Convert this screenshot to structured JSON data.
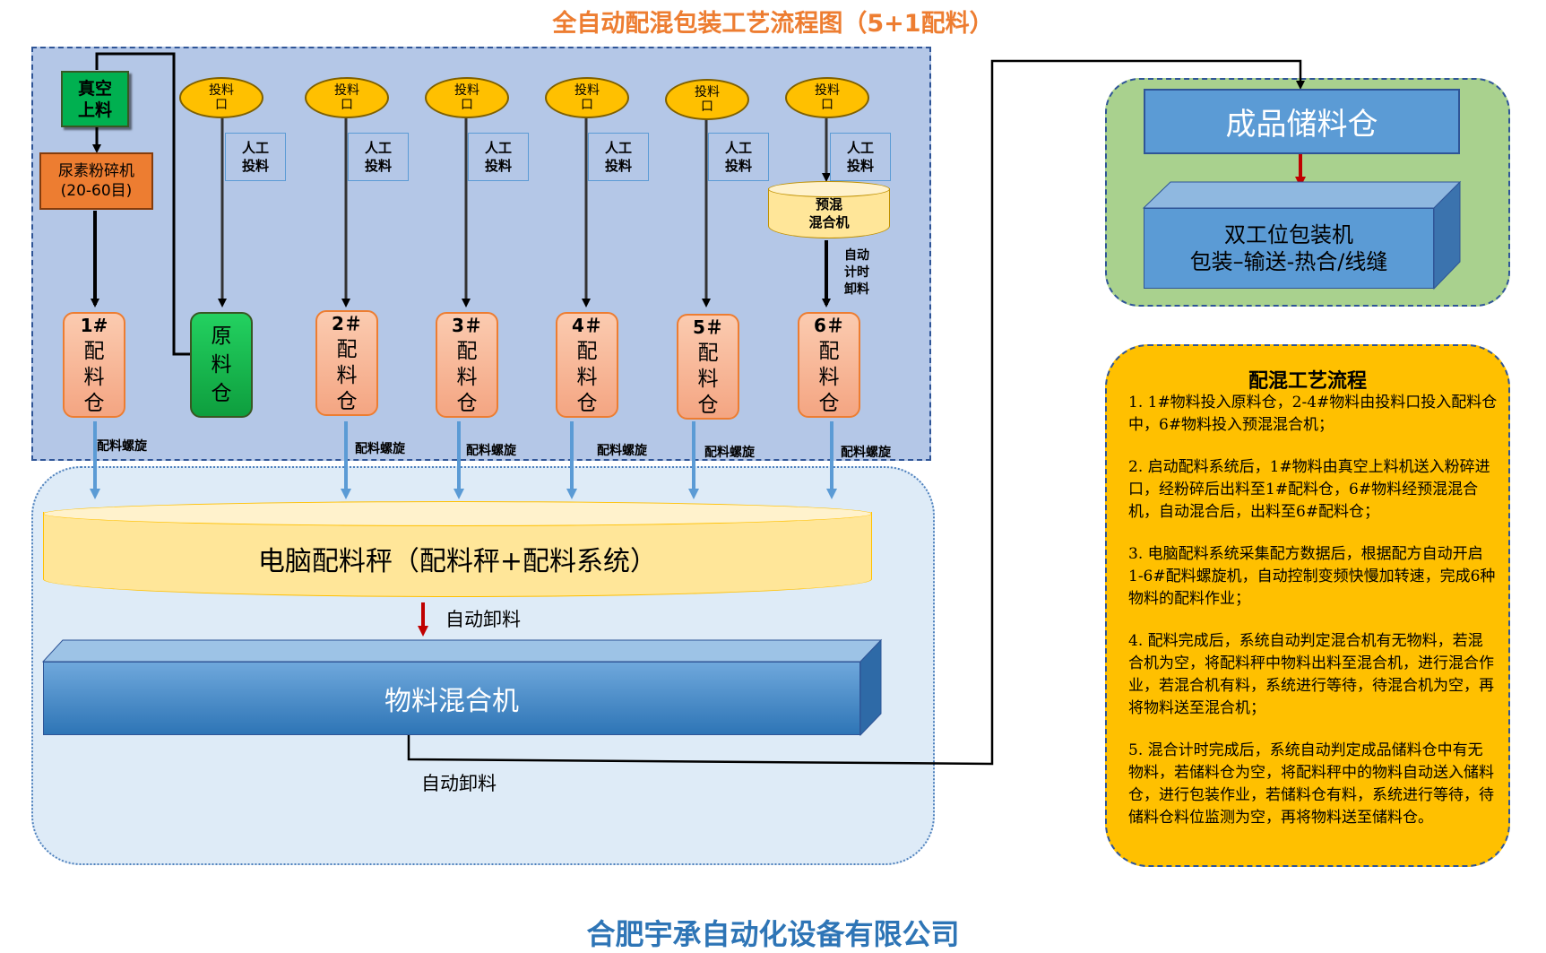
{
  "title": "全自动配混包装工艺流程图（5+1配料）",
  "vacuum": {
    "line1": "真空",
    "line2": "上料"
  },
  "crusher": {
    "line1": "尿素粉碎机",
    "line2": "(20-60目)"
  },
  "port": {
    "line1": "投料",
    "line2": "口"
  },
  "manual": {
    "line1": "人工",
    "line2": "投料"
  },
  "bin_suffix": {
    "c1": "配",
    "c2": "料",
    "c3": "仓"
  },
  "bins": [
    {
      "num": "1#"
    },
    {
      "num": "2＃"
    },
    {
      "num": "3＃"
    },
    {
      "num": "4＃"
    },
    {
      "num": "5＃"
    },
    {
      "num": "6＃"
    }
  ],
  "raw_bin": {
    "c1": "原",
    "c2": "料",
    "c3": "仓"
  },
  "premix": {
    "line1": "预混",
    "line2": "混合机"
  },
  "auto_unload_vertical": {
    "l1": "自动",
    "l2": "计时",
    "l3": "卸料"
  },
  "screw_label": "配料螺旋",
  "scale_label": "电脑配料秤（配料秤+配料系统）",
  "auto_unload_label": "自动卸料",
  "mixer_label": "物料混合机",
  "auto_unload_label2": "自动卸料",
  "storage_label": "成品储料仓",
  "packer": {
    "line1": "双工位包装机",
    "line2": "包装–输送-热合/线缝"
  },
  "process": {
    "title": "配混工艺流程",
    "steps": [
      "1. 1#物料投入原料仓，2-4#物料由投料口投入配料仓中，6#物料投入预混混合机；",
      "2. 启动配料系统后，1#物料由真空上料机送入粉碎进口，经粉碎后出料至1#配料仓，6#物料经预混混合机，自动混合后，出料至6#配料仓；",
      "3. 电脑配料系统采集配方数据后，根据配方自动开启1-6#配料螺旋机，自动控制变频快慢加转速，完成6种物料的配料作业；",
      "4. 配料完成后，系统自动判定混合机有无物料，若混合机为空，将配料秤中物料出料至混合机，进行混合作业，若混合机有料，系统进行等待，待混合机为空，再将物料送至混合机；",
      "5. 混合计时完成后，系统自动判定成品储料仓中有无物料，若储料仓为空，将配料秤中的物料自动送入储料仓，进行包装作业，若储料仓有料，系统进行等待，待储料仓料位监测为空，再将物料送至储料仓。"
    ]
  },
  "footer": "合肥宇承自动化设备有限公司"
}
